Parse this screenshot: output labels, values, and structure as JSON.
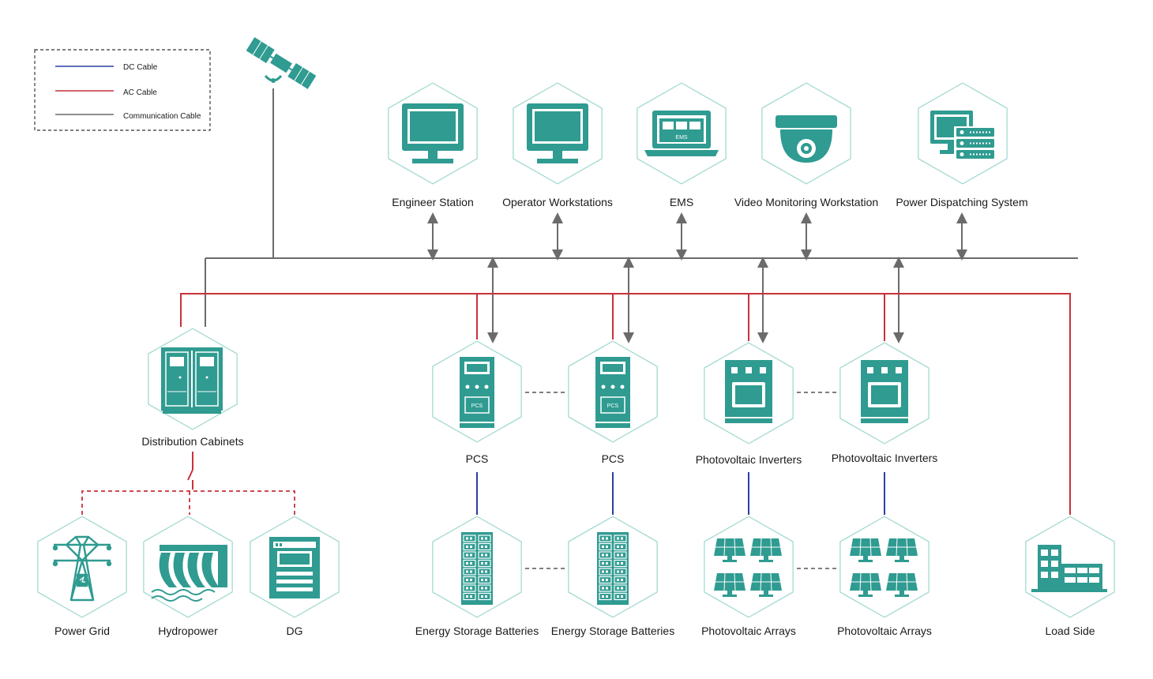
{
  "legend": {
    "dc_label": "DC Cable",
    "ac_label": "AC Cable",
    "comm_label": "Communication Cable"
  },
  "colors": {
    "dc": "#2b3fa3",
    "ac": "#c8323a",
    "comm": "#6b6b6b",
    "icon": "#2f9b91",
    "hex_border": "#9fd8cf"
  },
  "top_nodes": [
    {
      "label": "Engineer Station",
      "icon": "monitor-icon"
    },
    {
      "label": "Operator Workstations",
      "icon": "monitor-icon"
    },
    {
      "label": "EMS",
      "icon": "laptop-ems-icon"
    },
    {
      "label": "Video Monitoring Workstation",
      "icon": "dome-camera-icon"
    },
    {
      "label": "Power Dispatching System",
      "icon": "server-monitor-icon"
    }
  ],
  "middle_nodes": [
    {
      "label": "Distribution Cabinets",
      "icon": "cabinet-icon"
    },
    {
      "label": "PCS",
      "icon": "pcs-icon",
      "icon_text": "PCS"
    },
    {
      "label": "PCS",
      "icon": "pcs-icon",
      "icon_text": "PCS"
    },
    {
      "label": "Photovoltaic Inverters",
      "icon": "inverter-icon"
    },
    {
      "label": "Photovoltaic Inverters",
      "icon": "inverter-icon"
    }
  ],
  "bottom_nodes": [
    {
      "label": "Power Grid",
      "icon": "transmission-tower-icon"
    },
    {
      "label": "Hydropower",
      "icon": "dam-icon"
    },
    {
      "label": "DG",
      "icon": "generator-icon"
    },
    {
      "label": "Energy Storage Batteries",
      "icon": "battery-rack-icon"
    },
    {
      "label": "Energy Storage  Batteries",
      "icon": "battery-rack-icon"
    },
    {
      "label": "Photovoltaic Arrays",
      "icon": "solar-panel-icon"
    },
    {
      "label": "Photovoltaic Arrays",
      "icon": "solar-panel-icon"
    },
    {
      "label": "Load Side",
      "icon": "building-icon"
    }
  ],
  "ems_icon_text": "EMS"
}
